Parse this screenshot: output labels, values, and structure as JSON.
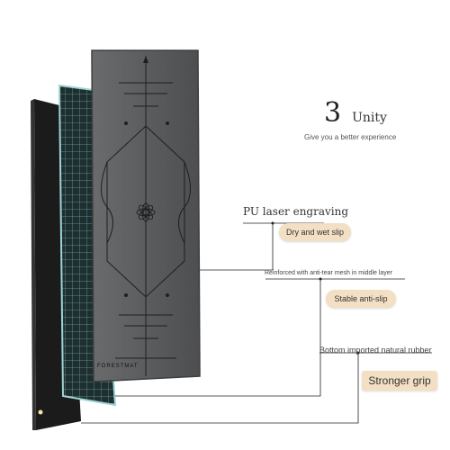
{
  "heading": {
    "number": "3",
    "title": "Unity",
    "subtitle": "Give you a better experience"
  },
  "mat": {
    "brand_text": "FORESTMAT"
  },
  "features": [
    {
      "label": "PU laser engraving",
      "badge": "Dry and wet slip"
    },
    {
      "label": "Reinforced with anti-tear mesh in middle layer",
      "badge": "Stable anti-slip"
    },
    {
      "label": "Bottom imported natural rubber",
      "badge": "Stronger grip"
    }
  ],
  "colors": {
    "badge": "#f3dfc4",
    "top_layer": "#5e5f61",
    "mesh": "#8fc9c8",
    "base": "#1c1c1c"
  }
}
